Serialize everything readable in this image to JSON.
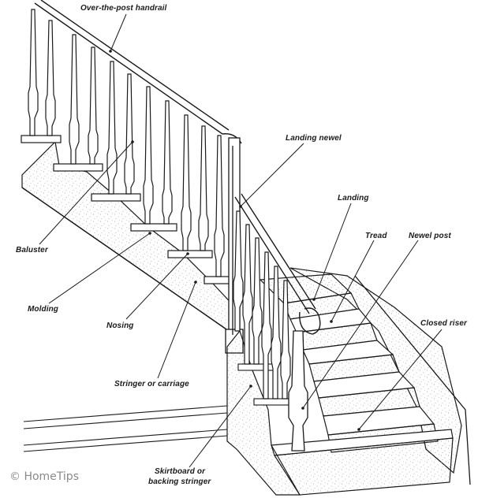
{
  "labels": {
    "handrail": "Over-the-post handrail",
    "landing_newel": "Landing newel",
    "landing": "Landing",
    "tread": "Tread",
    "newel_post": "Newel post",
    "baluster": "Baluster",
    "molding": "Molding",
    "nosing": "Nosing",
    "closed_riser": "Closed riser",
    "stringer": "Stringer or carriage",
    "skirtboard_line1": "Skirtboard or",
    "skirtboard_line2": "backing stringer"
  },
  "credit": "© HomeTips",
  "colors": {
    "ink": "#1a1a1a",
    "stipple": "#9a9a9a",
    "credit": "#8a8a8a"
  }
}
